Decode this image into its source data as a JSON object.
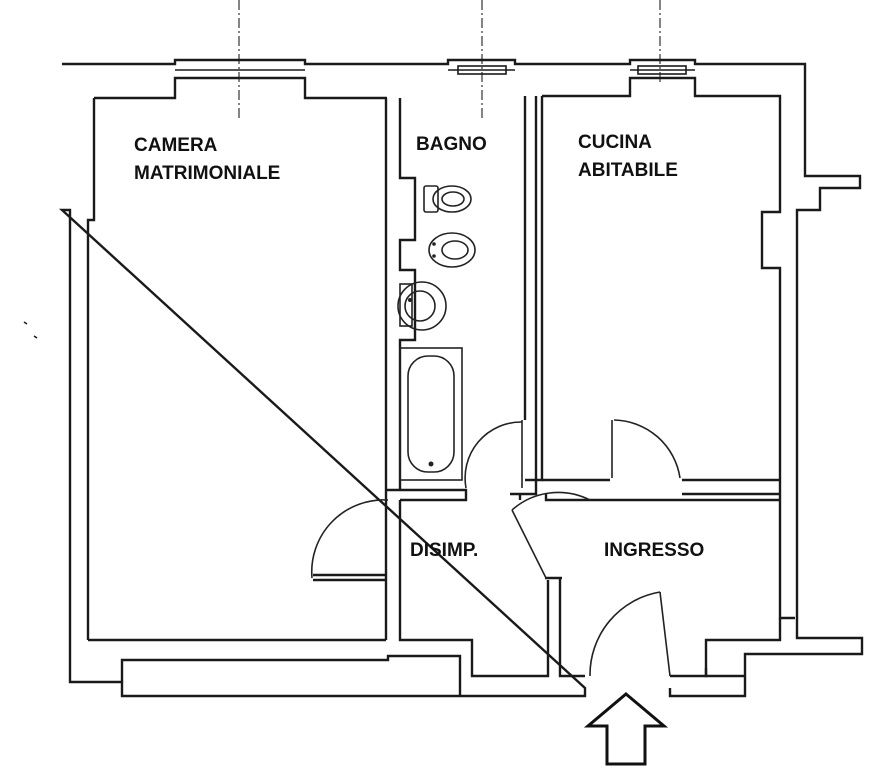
{
  "rooms": {
    "camera_line1": "CAMERA",
    "camera_line2": "MATRIMONIALE",
    "bagno": "BAGNO",
    "cucina_line1": "CUCINA",
    "cucina_line2": "ABITABILE",
    "disimp": "DISIMP.",
    "ingresso": "INGRESSO"
  },
  "icons": {
    "entrance": "entrance-arrow-icon",
    "toilet": "toilet-icon",
    "bidet": "bidet-icon",
    "sink": "sink-icon",
    "bathtub": "bathtub-icon"
  },
  "colors": {
    "ink": "#1a1a1a",
    "paper": "#ffffff"
  }
}
